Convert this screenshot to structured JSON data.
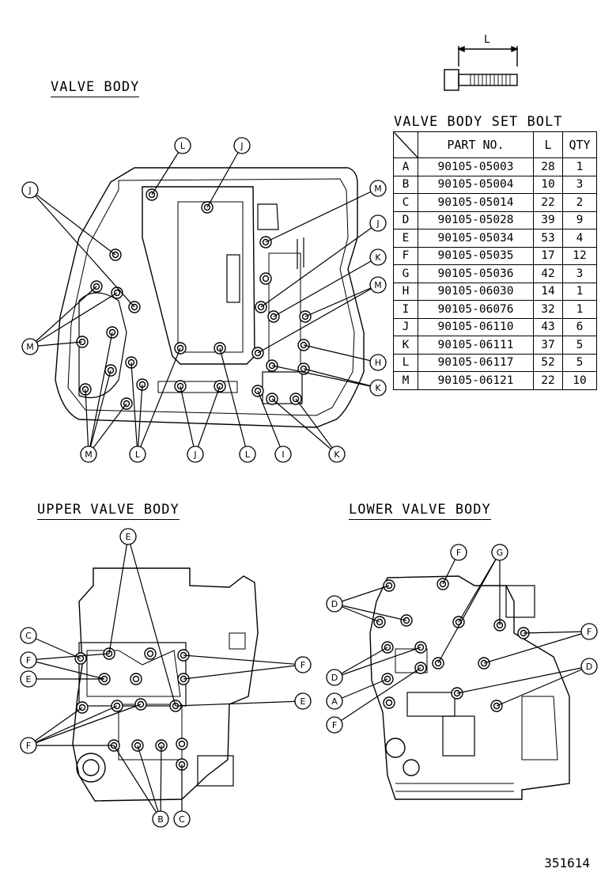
{
  "titles": {
    "valve_body": "VALVE BODY",
    "set_bolt": "VALVE BODY SET BOLT",
    "upper_valve_body": "UPPER VALVE BODY",
    "lower_valve_body": "LOWER VALVE BODY"
  },
  "bolt_dimension_label": "L",
  "table": {
    "headers": {
      "part_no": "PART NO.",
      "l": "L",
      "qty": "QTY"
    },
    "rows": [
      {
        "code": "A",
        "part_no": "90105-05003",
        "l": "28",
        "qty": "1"
      },
      {
        "code": "B",
        "part_no": "90105-05004",
        "l": "10",
        "qty": "3"
      },
      {
        "code": "C",
        "part_no": "90105-05014",
        "l": "22",
        "qty": "2"
      },
      {
        "code": "D",
        "part_no": "90105-05028",
        "l": "39",
        "qty": "9"
      },
      {
        "code": "E",
        "part_no": "90105-05034",
        "l": "53",
        "qty": "4"
      },
      {
        "code": "F",
        "part_no": "90105-05035",
        "l": "17",
        "qty": "12"
      },
      {
        "code": "G",
        "part_no": "90105-05036",
        "l": "42",
        "qty": "3"
      },
      {
        "code": "H",
        "part_no": "90105-06030",
        "l": "14",
        "qty": "1"
      },
      {
        "code": "I",
        "part_no": "90105-06076",
        "l": "32",
        "qty": "1"
      },
      {
        "code": "J",
        "part_no": "90105-06110",
        "l": "43",
        "qty": "6"
      },
      {
        "code": "K",
        "part_no": "90105-06111",
        "l": "37",
        "qty": "5"
      },
      {
        "code": "L",
        "part_no": "90105-06117",
        "l": "52",
        "qty": "5"
      },
      {
        "code": "M",
        "part_no": "90105-06121",
        "l": "22",
        "qty": "10"
      }
    ]
  },
  "callouts": {
    "valve_body": [
      "L",
      "J",
      "J",
      "M",
      "J",
      "K",
      "M",
      "M",
      "H",
      "K",
      "M",
      "L",
      "J",
      "L",
      "I",
      "K"
    ],
    "upper_valve_body": [
      "E",
      "C",
      "F",
      "E",
      "F",
      "E",
      "F",
      "B",
      "C"
    ],
    "lower_valve_body": [
      "F",
      "G",
      "D",
      "F",
      "D",
      "D",
      "A",
      "F"
    ]
  },
  "page_number": "351614"
}
